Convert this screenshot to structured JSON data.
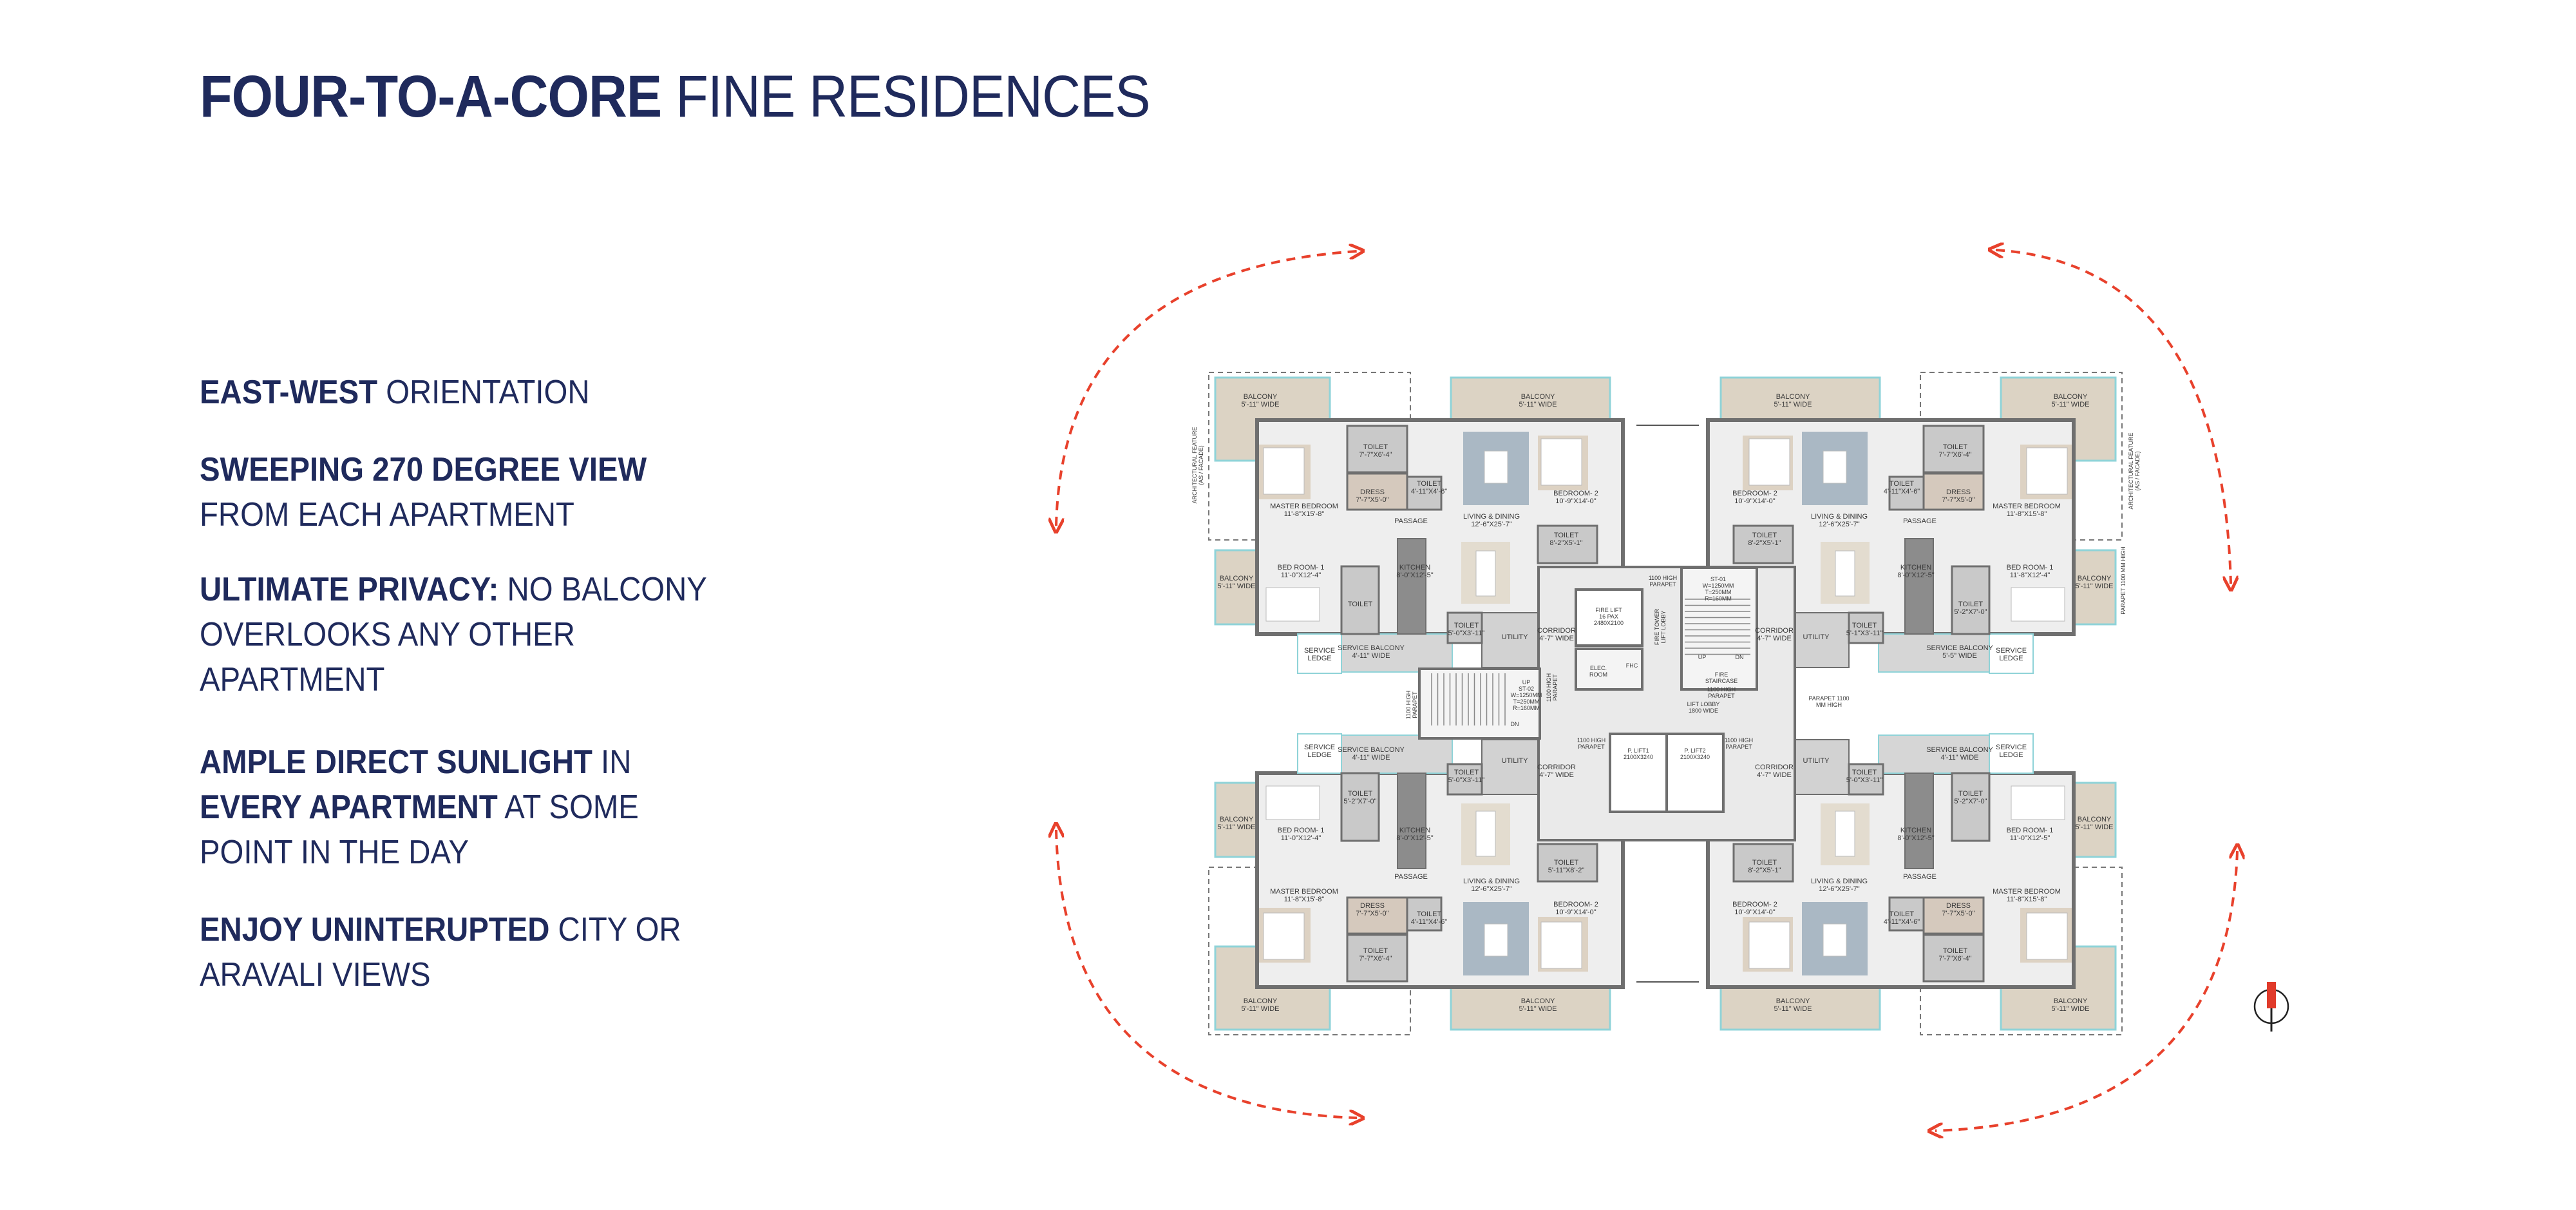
{
  "title": {
    "bold": "FOUR-TO-A-CORE",
    "regular": " FINE RESIDENCES"
  },
  "features": [
    {
      "lines": [
        [
          {
            "text": "EAST-WEST",
            "bold": true
          },
          {
            "text": " ORIENTATION",
            "bold": false
          }
        ]
      ]
    },
    {
      "lines": [
        [
          {
            "text": "SWEEPING 270 DEGREE VIEW",
            "bold": true
          }
        ],
        [
          {
            "text": "FROM EACH APARTMENT",
            "bold": false
          }
        ]
      ]
    },
    {
      "lines": [
        [
          {
            "text": "ULTIMATE PRIVACY:",
            "bold": true
          },
          {
            "text": " NO BALCONY",
            "bold": false
          }
        ],
        [
          {
            "text": "OVERLOOKS ANY OTHER",
            "bold": false
          }
        ],
        [
          {
            "text": "APARTMENT",
            "bold": false
          }
        ]
      ]
    },
    {
      "lines": [
        [
          {
            "text": "AMPLE DIRECT SUNLIGHT",
            "bold": true
          },
          {
            "text": " IN",
            "bold": false
          }
        ],
        [
          {
            "text": "EVERY APARTMENT",
            "bold": true
          },
          {
            "text": " AT SOME",
            "bold": false
          }
        ],
        [
          {
            "text": "POINT IN THE DAY",
            "bold": false
          }
        ]
      ]
    },
    {
      "lines": [
        [
          {
            "text": "ENJOY UNINTERUPTED",
            "bold": true
          },
          {
            "text": " CITY OR",
            "bold": false
          }
        ],
        [
          {
            "text": "ARAVALI VIEWS",
            "bold": false
          }
        ]
      ]
    }
  ],
  "colors": {
    "navy": "#1f2a5c",
    "arrow_red": "#e8412c",
    "balcony": "#dcd3c4",
    "glass": "#8fd3d8"
  },
  "floor_plan": {
    "units": [
      {
        "id": "top-left",
        "rooms": {
          "balcony_a": [
            "BALCONY",
            "5'-11\" WIDE"
          ],
          "balcony_b": [
            "BALCONY",
            "5'-11\" WIDE"
          ],
          "balcony_c": [
            "BALCONY",
            "5'-11\" WIDE"
          ],
          "toilet_master": [
            "TOILET",
            "7'-7\"X6'-4\""
          ],
          "dress": [
            "DRESS",
            "7'-7\"X5'-0\""
          ],
          "toilet_dress": [
            "TOILET",
            "4'-11\"X4'-6\""
          ],
          "master_bedroom": [
            "MASTER BEDROOM",
            "11'-8\"X15'-8\""
          ],
          "living_dining": [
            "LIVING & DINING",
            "12'-6\"X25'-7\""
          ],
          "bedroom2": [
            "BEDROOM- 2",
            "10'-9\"X14'-0\""
          ],
          "passage": [
            "PASSAGE",
            ""
          ],
          "toilet_bed2": [
            "TOILET",
            "8'-2\"X5'-1\""
          ],
          "bedroom1": [
            "BED ROOM- 1",
            "11'-0\"X12'-4\""
          ],
          "kitchen": [
            "KITCHEN",
            "8'-0\"X12'-5\""
          ],
          "toilet_bed1": [
            "TOILET",
            ""
          ],
          "toilet_utility": [
            "TOILET",
            "5'-0\"X3'-11\""
          ],
          "utility": [
            "UTILITY",
            ""
          ],
          "corridor": [
            "CORRIDOR",
            "4'-7\" WIDE"
          ],
          "service_balcony": [
            "SERVICE BALCONY",
            "4'-11\" WIDE"
          ],
          "service_ledge": [
            "SERVICE",
            "LEDGE"
          ]
        }
      },
      {
        "id": "top-right",
        "rooms": {
          "balcony_a": [
            "BALCONY",
            "5'-11\" WIDE"
          ],
          "balcony_b": [
            "BALCONY",
            "5'-11\" WIDE"
          ],
          "balcony_c": [
            "BALCONY",
            "5'-11\" WIDE"
          ],
          "toilet_master": [
            "TOILET",
            "7'-7\"X6'-4\""
          ],
          "dress": [
            "DRESS",
            "7'-7\"X5'-0\""
          ],
          "toilet_dress": [
            "TOILET",
            "4'-11\"X4'-6\""
          ],
          "master_bedroom": [
            "MASTER BEDROOM",
            "11'-8\"X15'-8\""
          ],
          "living_dining": [
            "LIVING & DINING",
            "12'-6\"X25'-7\""
          ],
          "bedroom2": [
            "BEDROOM- 2",
            "10'-9\"X14'-0\""
          ],
          "passage": [
            "PASSAGE",
            ""
          ],
          "toilet_bed2": [
            "TOILET",
            "8'-2\"X5'-1\""
          ],
          "bedroom1": [
            "BED ROOM- 1",
            "11'-8\"X12'-4\""
          ],
          "kitchen": [
            "KITCHEN",
            "8'-0\"X12'-5\""
          ],
          "toilet_bed1": [
            "TOILET",
            "5'-2\"X7'-0\""
          ],
          "toilet_utility": [
            "TOILET",
            "5'-1\"X3'-11\""
          ],
          "utility": [
            "UTILITY",
            ""
          ],
          "corridor": [
            "CORRIDOR",
            "4'-7\" WIDE"
          ],
          "service_balcony": [
            "SERVICE BALCONY",
            "5'-5\" WIDE"
          ],
          "service_ledge": [
            "SERVICE",
            "LEDGE"
          ]
        }
      },
      {
        "id": "bottom-left",
        "rooms": {
          "balcony_a": [
            "BALCONY",
            "5'-11\" WIDE"
          ],
          "balcony_b": [
            "BALCONY",
            "5'-11\" WIDE"
          ],
          "balcony_c": [
            "BALCONY",
            "5'-11\" WIDE"
          ],
          "toilet_master": [
            "TOILET",
            "7'-7\"X6'-4\""
          ],
          "dress": [
            "DRESS",
            "7'-7\"X5'-0\""
          ],
          "toilet_dress": [
            "TOILET",
            "4'-11\"X4'-6\""
          ],
          "master_bedroom": [
            "MASTER BEDROOM",
            "11'-8\"X15'-8\""
          ],
          "living_dining": [
            "LIVING & DINING",
            "12'-6\"X25'-7\""
          ],
          "bedroom2": [
            "BEDROOM- 2",
            "10'-9\"X14'-0\""
          ],
          "passage": [
            "PASSAGE",
            ""
          ],
          "toilet_bed2": [
            "TOILET",
            "5'-11\"X8'-2\""
          ],
          "bedroom1": [
            "BED ROOM- 1",
            "11'-0\"X12'-4\""
          ],
          "kitchen": [
            "KITCHEN",
            "8'-0\"X12'-5\""
          ],
          "toilet_bed1": [
            "TOILET",
            "5'-2\"X7'-0\""
          ],
          "toilet_utility": [
            "TOILET",
            "5'-0\"X3'-11\""
          ],
          "utility": [
            "UTILITY",
            ""
          ],
          "corridor": [
            "CORRIDOR",
            "4'-7\" WIDE"
          ],
          "service_balcony": [
            "SERVICE BALCONY",
            "4'-11\" WIDE"
          ],
          "service_ledge": [
            "SERVICE",
            "LEDGE"
          ]
        }
      },
      {
        "id": "bottom-right",
        "rooms": {
          "balcony_a": [
            "BALCONY",
            "5'-11\" WIDE"
          ],
          "balcony_b": [
            "BALCONY",
            "5'-11\" WIDE"
          ],
          "balcony_c": [
            "BALCONY",
            "5'-11\" WIDE"
          ],
          "toilet_master": [
            "TOILET",
            "7'-7\"X6'-4\""
          ],
          "dress": [
            "DRESS",
            "7'-7\"X5'-0\""
          ],
          "toilet_dress": [
            "TOILET",
            "4'-11\"X4'-6\""
          ],
          "master_bedroom": [
            "MASTER BEDROOM",
            "11'-8\"X15'-8\""
          ],
          "living_dining": [
            "LIVING & DINING",
            "12'-6\"X25'-7\""
          ],
          "bedroom2": [
            "BEDROOM- 2",
            "10'-9\"X14'-0\""
          ],
          "passage": [
            "PASSAGE",
            ""
          ],
          "toilet_bed2": [
            "TOILET",
            "8'-2\"X5'-1\""
          ],
          "bedroom1": [
            "BED ROOM- 1",
            "11'-0\"X12'-5\""
          ],
          "kitchen": [
            "KITCHEN",
            "8'-0\"X12'-5\""
          ],
          "toilet_bed1": [
            "TOILET",
            "5'-2\"X7'-0\""
          ],
          "toilet_utility": [
            "TOILET",
            "5'-0\"X3'-11\""
          ],
          "utility": [
            "UTILITY",
            ""
          ],
          "corridor": [
            "CORRIDOR",
            "4'-7\" WIDE"
          ],
          "service_balcony": [
            "SERVICE BALCONY",
            "4'-11\" WIDE"
          ],
          "service_ledge": [
            "SERVICE",
            "LEDGE"
          ]
        }
      }
    ],
    "core": {
      "parapet_top": [
        "1100 HIGH",
        "PARAPET"
      ],
      "st01": [
        "ST-01",
        "W=1250MM",
        "T=250MM",
        "R=160MM"
      ],
      "fire_lift": [
        "FIRE LIFT",
        "16 PAX",
        "2480X2100"
      ],
      "fire_tower": [
        "FIRE TOWER",
        "LIFT LOBBY"
      ],
      "elec_room": [
        "ELEC.",
        "ROOM"
      ],
      "fhc": [
        "FHC"
      ],
      "up": [
        "UP"
      ],
      "dn": [
        "DN"
      ],
      "fire_staircase": [
        "FIRE",
        "STAIRCASE"
      ],
      "parapet_mid": [
        "1100 HIGH",
        "PARAPET"
      ],
      "lift_lobby": [
        "LIFT LOBBY",
        "1800 WIDE"
      ],
      "parapet_right": [
        "PARAPET 1100",
        "MM HIGH"
      ],
      "st02": [
        "UP",
        "ST-02",
        "W=1250MM",
        "T=250MM",
        "R=160MM"
      ],
      "st02_dn": [
        "DN"
      ],
      "parapet_left": [
        "1100 HIGH",
        "PARAPET"
      ],
      "parapet_st02": [
        "1100 HIGH",
        "PARAPET"
      ],
      "plift1": [
        "P. LIFT1",
        "2100X3240"
      ],
      "plift2": [
        "P. LIFT2",
        "2100X3240"
      ],
      "parapet_lift_l": [
        "1100 HIGH",
        "PARAPET"
      ],
      "parapet_lift_r": [
        "1100 HIGH",
        "PARAPET"
      ],
      "arch_left": [
        "ARCHITECTURAL FEATURE",
        "(AS / FACADE)"
      ],
      "arch_right": [
        "ARCHITECTURAL FEATURE",
        "(AS / FACADE)"
      ],
      "parapet_east": [
        "PARAPET 1100 MM HIGH"
      ]
    }
  }
}
